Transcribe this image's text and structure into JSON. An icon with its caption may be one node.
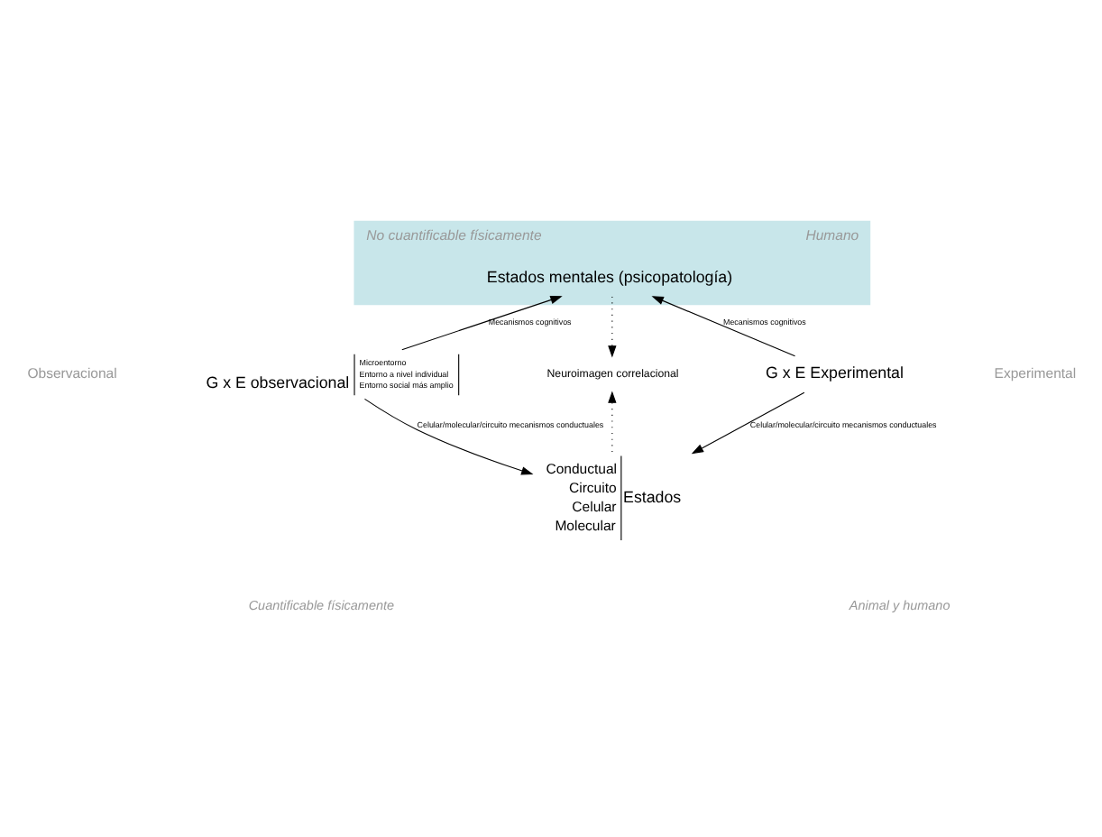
{
  "diagram": {
    "nodes": [
      {
        "text": [
          "No cuantificable físicamente",
          "Humano"
        ]
      },
      {
        "text": [
          "Estados mentales (psicopatología)"
        ],
        "in": 0
      },
      {
        "text": [
          "G x E observacional",
          "Microentorno",
          "Entorno a nivel individual",
          "Entorno social más amplio"
        ]
      },
      {
        "text": [
          "Neuroimagen correlacional"
        ]
      },
      {
        "text": [
          "G x E Experimental"
        ]
      },
      {
        "text": [
          "Conductual",
          "Circuito",
          "Celular",
          "Molecular",
          "Estados"
        ]
      }
    ],
    "edges": [
      {
        "from": 2,
        "to": 1,
        "arrow": "to",
        "label": "Mecanismos cognitivos"
      },
      {
        "from": 1,
        "to": 3,
        "arrow": "to",
        "style": "dashed"
      },
      {
        "from": 4,
        "to": 1,
        "arrow": "to",
        "label": "Mecanismos cognitivos"
      },
      {
        "from": 2,
        "to": 5,
        "arrow": "to",
        "label": "Celular/molecular/circuito mecanismos conductuales"
      },
      {
        "from": 5,
        "to": 3,
        "arrow": "to",
        "style": "dashed"
      },
      {
        "from": 4,
        "to": 5,
        "arrow": "to",
        "label": "Celular/molecular/circuito mecanismos conductuales"
      }
    ],
    "labels": [
      "Observacional",
      "Experimental",
      "Cuantificable físicamente",
      "Animal y humano"
    ]
  }
}
